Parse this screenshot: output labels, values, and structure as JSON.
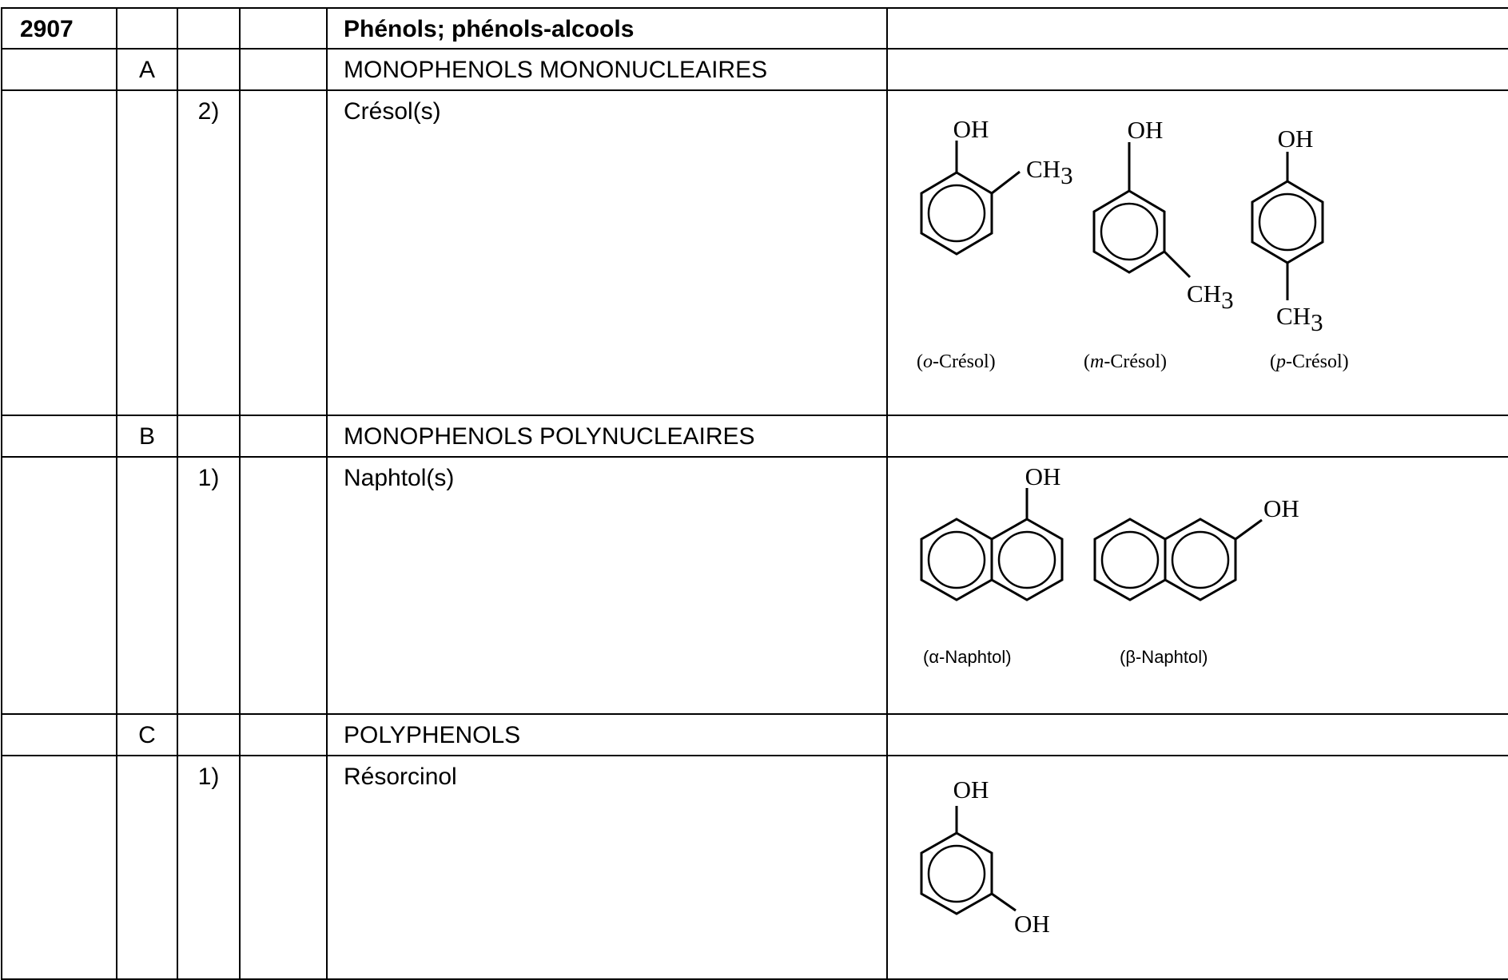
{
  "heading": {
    "code": "2907",
    "title": "Phénols; phénols-alcools"
  },
  "sections": [
    {
      "letter": "A",
      "title": "MONOPHENOLS MONONUCLEAIRES",
      "item": {
        "num": "2)",
        "name": "Crésol(s)",
        "structures": [
          {
            "oh": "OH",
            "ch": "CH",
            "sub": "3",
            "prefix": "(",
            "italic": "o",
            "suffix": "-Crésol)"
          },
          {
            "oh": "OH",
            "ch": "CH",
            "sub": "3",
            "prefix": "(",
            "italic": "m",
            "suffix": "-Crésol)"
          },
          {
            "oh": "OH",
            "ch": "CH",
            "sub": "3",
            "prefix": "(",
            "italic": "p",
            "suffix": "-Crésol)"
          }
        ]
      }
    },
    {
      "letter": "B",
      "title": "MONOPHENOLS POLYNUCLEAIRES",
      "item": {
        "num": "1)",
        "name": "Naphtol(s)",
        "structures": [
          {
            "oh": "OH",
            "caption": "(α-Naphtol)"
          },
          {
            "oh": "OH",
            "caption": "(β-Naphtol)"
          }
        ]
      }
    },
    {
      "letter": "C",
      "title": "POLYPHENOLS",
      "item": {
        "num": "1)",
        "name": "Résorcinol",
        "structures": [
          {
            "oh1": "OH",
            "oh2": "OH"
          }
        ]
      }
    }
  ]
}
